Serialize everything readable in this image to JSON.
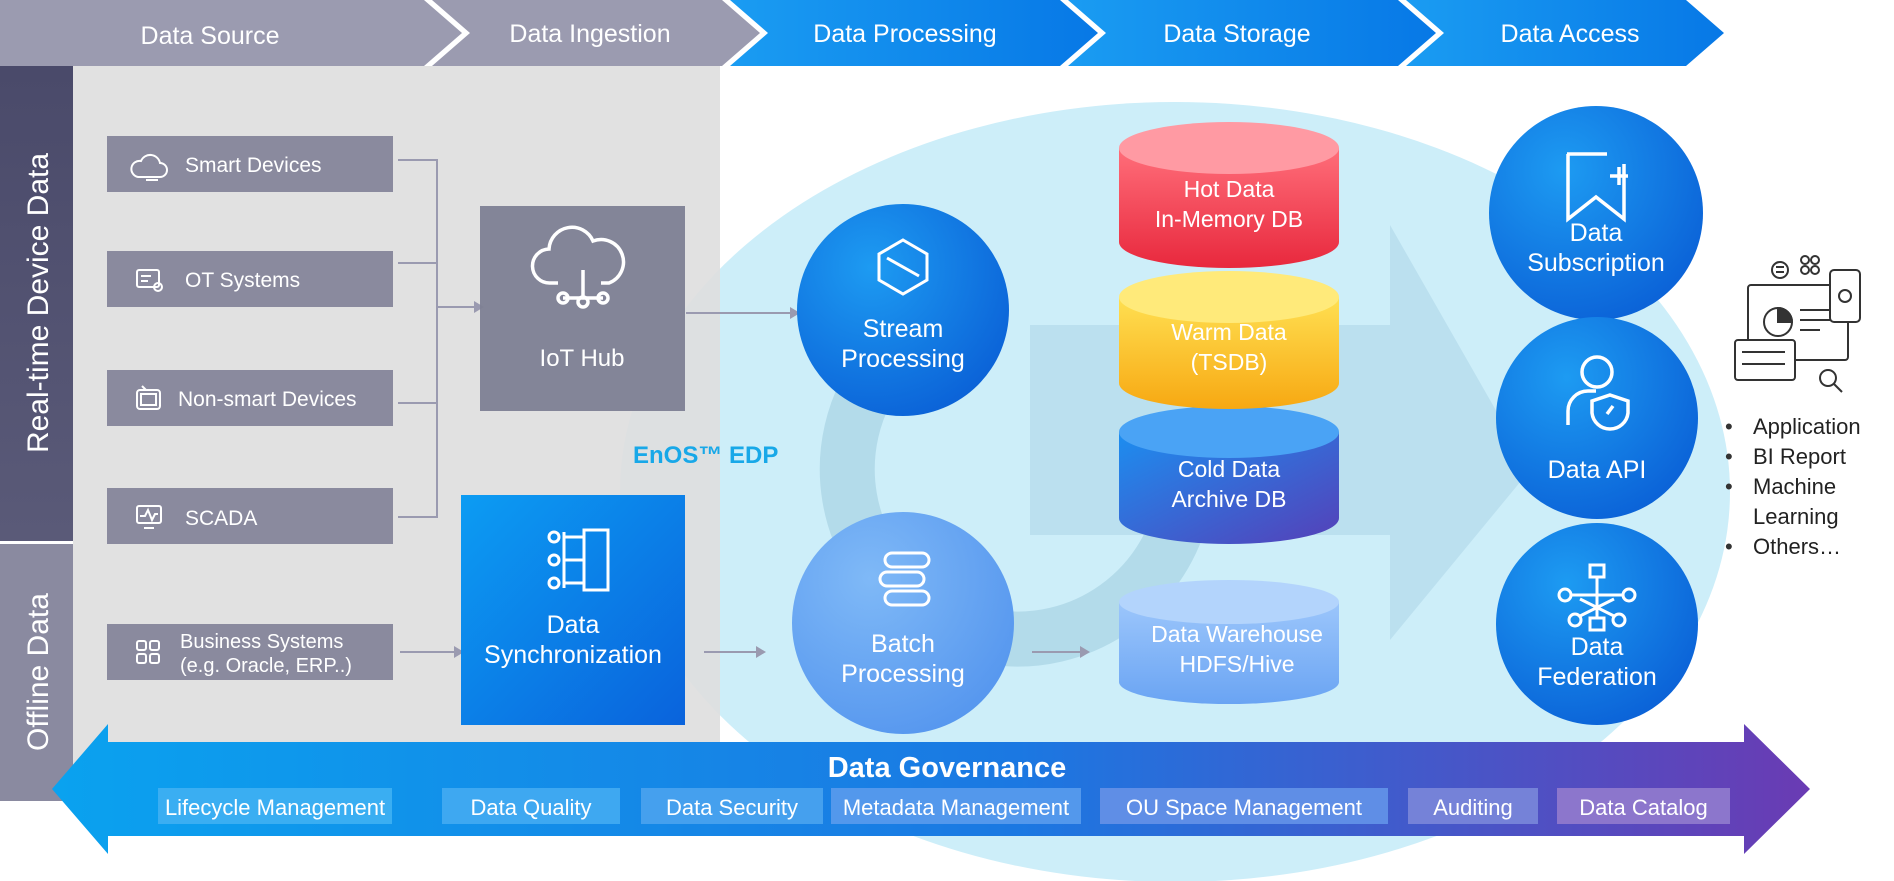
{
  "stages": [
    "Data Source",
    "Data Ingestion",
    "Data Processing",
    "Data Storage",
    "Data Access"
  ],
  "side_labels": {
    "realtime": "Real-time Device Data",
    "offline": "Offline Data"
  },
  "sources": [
    {
      "label": "Smart Devices",
      "icon": "cloud-device-icon"
    },
    {
      "label": "OT Systems",
      "icon": "ot-systems-icon"
    },
    {
      "label": "Non-smart Devices",
      "icon": "device-icon"
    },
    {
      "label": "SCADA",
      "icon": "monitor-icon"
    }
  ],
  "business_systems": {
    "line1": "Business Systems",
    "line2": "(e.g. Oracle, ERP..)"
  },
  "iot_hub": "IoT Hub",
  "data_sync": {
    "line1": "Data",
    "line2": "Synchronization"
  },
  "platform_label": "EnOS™ EDP",
  "processing": {
    "stream": {
      "line1": "Stream",
      "line2": "Processing"
    },
    "batch": {
      "line1": "Batch",
      "line2": "Processing"
    }
  },
  "storage": {
    "hot": {
      "line1": "Hot Data",
      "line2": "In-Memory DB"
    },
    "warm": {
      "line1": "Warm Data",
      "line2": "(TSDB)"
    },
    "cold": {
      "line1": "Cold Data",
      "line2": "Archive DB"
    },
    "warehouse": {
      "line1": "Data Warehouse",
      "line2": "HDFS/Hive"
    }
  },
  "access": {
    "subscription": {
      "line1": "Data",
      "line2": "Subscription"
    },
    "api": {
      "line1": "Data API"
    },
    "federation": {
      "line1": "Data",
      "line2": "Federation"
    }
  },
  "consumers": [
    "Application",
    "BI Report",
    "Machine Learning",
    "Others…"
  ],
  "governance": {
    "title": "Data Governance",
    "items": [
      "Lifecycle Management",
      "Data Quality",
      "Data Security",
      "Metadata Management",
      "OU Space Management",
      "Auditing",
      "Data Catalog"
    ]
  },
  "colors": {
    "stage_gray": "#9a9aae",
    "stage_blue": "#0a8ef0",
    "source_box": "#8a8a9e",
    "iot_hub": "#7d7f94",
    "sync_blue": "#0b7fe8",
    "hot": "#f04a5c",
    "warm": "#ffc51a",
    "cold": "#1f74e0",
    "warehouse": "#7eb2f7",
    "ellipse": "#c6eaf8",
    "governance_start": "#0aa0ee",
    "governance_end": "#6a3fb5",
    "platform_label": "#18a8e8"
  }
}
